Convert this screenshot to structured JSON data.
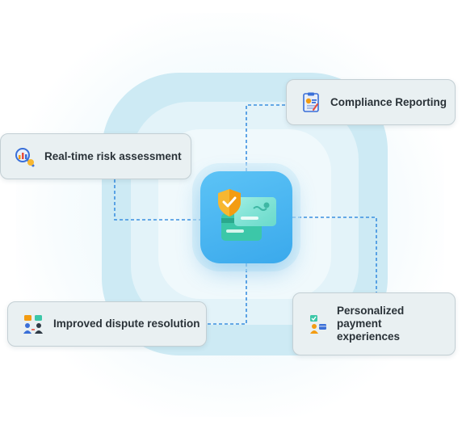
{
  "features": {
    "compliance": {
      "label": "Compliance Reporting",
      "icon": "compliance-report-icon"
    },
    "risk": {
      "label": "Real-time risk assessment",
      "icon": "risk-magnifier-icon"
    },
    "dispute": {
      "label": "Improved dispute resolution",
      "icon": "dispute-people-icon"
    },
    "personalized": {
      "label": "Personalized payment experiences",
      "icon": "personalized-payment-icon"
    }
  },
  "hub": {
    "icon": "secure-cards-icon"
  },
  "colors": {
    "accent": "#3ba9ec",
    "connector": "#3b8fe0",
    "card_bg": "#e9f0f2",
    "ring": "#cdeaf4"
  }
}
